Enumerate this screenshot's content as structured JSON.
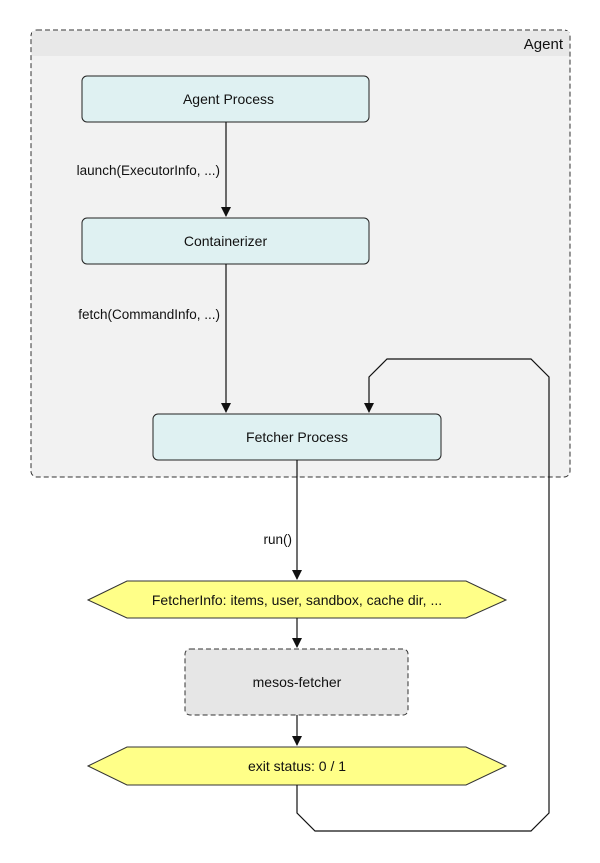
{
  "group": {
    "title": "Agent"
  },
  "nodes": {
    "agent_process": "Agent Process",
    "containerizer": "Containerizer",
    "fetcher_process": "Fetcher Process",
    "fetcher_info": "FetcherInfo: items, user, sandbox, cache dir, ...",
    "mesos_fetcher": "mesos-fetcher",
    "exit_status": "exit status: 0 / 1"
  },
  "edges": {
    "launch": "launch(ExecutorInfo, ...)",
    "fetch": "fetch(CommandInfo, ...)",
    "run": "run()"
  },
  "colors": {
    "group_fill": "#f2f2f2",
    "group_stroke": "#333333",
    "process_fill": "#dff1f2",
    "process_stroke": "#222222",
    "data_fill": "#ffff88",
    "data_stroke": "#333333",
    "fetcher_fill": "#e6e6e6",
    "line": "#111111"
  }
}
